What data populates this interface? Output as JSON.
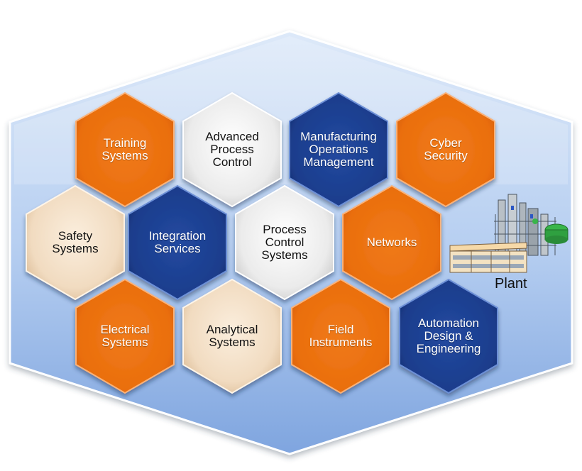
{
  "colors": {
    "orange": "#ef7414",
    "navy": "#1d3f8f",
    "white_cell": "#e8e8e8",
    "beige": "#f2ddc4",
    "backdrop": "#9fbde8"
  },
  "hexagons": [
    {
      "id": "training-systems",
      "label": "Training\nSystems",
      "style": "orange"
    },
    {
      "id": "advanced-process-control",
      "label": "Advanced\nProcess\nControl",
      "style": "white"
    },
    {
      "id": "manufacturing-operations-management",
      "label": "Manufacturing\nOperations\nManagement",
      "style": "navy"
    },
    {
      "id": "cyber-security",
      "label": "Cyber\nSecurity",
      "style": "orange"
    },
    {
      "id": "safety-systems",
      "label": "Safety\nSystems",
      "style": "beige"
    },
    {
      "id": "integration-services",
      "label": "Integration\nServices",
      "style": "navy"
    },
    {
      "id": "process-control-systems",
      "label": "Process\nControl\nSystems",
      "style": "white"
    },
    {
      "id": "networks",
      "label": "Networks",
      "style": "orange"
    },
    {
      "id": "electrical-systems",
      "label": "Electrical\nSystems",
      "style": "orange"
    },
    {
      "id": "analytical-systems",
      "label": "Analytical\nSystems",
      "style": "beige"
    },
    {
      "id": "field-instruments",
      "label": "Field\nInstruments",
      "style": "orange"
    },
    {
      "id": "automation-design-engineering",
      "label": "Automation\nDesign &\nEngineering",
      "style": "navy"
    }
  ],
  "plant": {
    "label": "Plant",
    "icon": "factory-icon"
  }
}
